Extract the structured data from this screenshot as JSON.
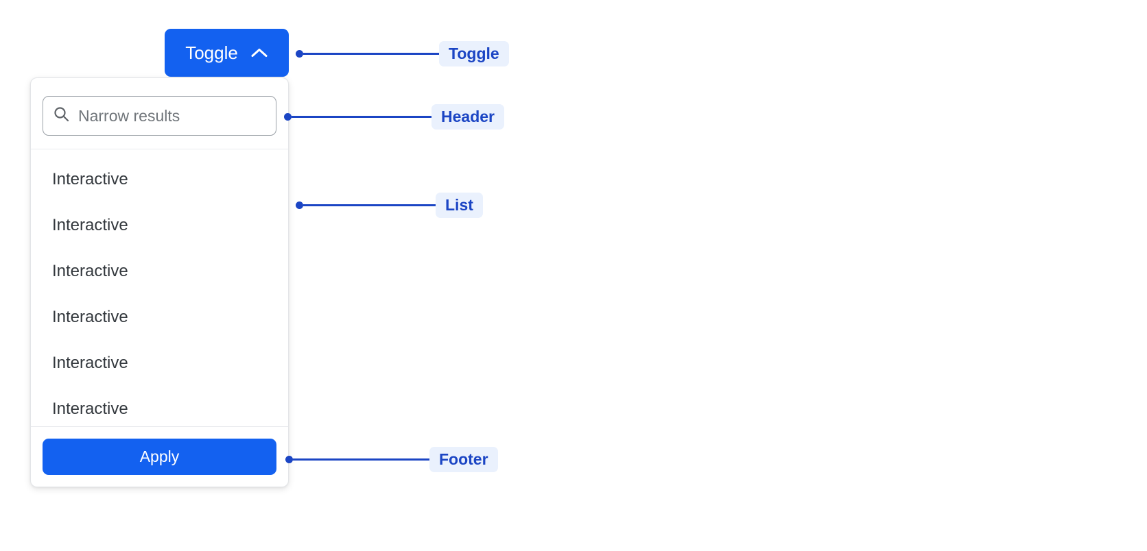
{
  "toggle": {
    "label": "Toggle",
    "icon": "chevron-up-icon",
    "expanded": true,
    "background_color": "#1361f0",
    "text_color": "#ffffff"
  },
  "panel": {
    "header": {
      "search": {
        "icon": "search-icon",
        "placeholder": "Narrow results",
        "value": ""
      }
    },
    "list": {
      "items": [
        {
          "label": "Interactive"
        },
        {
          "label": "Interactive"
        },
        {
          "label": "Interactive"
        },
        {
          "label": "Interactive"
        },
        {
          "label": "Interactive"
        },
        {
          "label": "Interactive"
        }
      ]
    },
    "footer": {
      "apply_label": "Apply",
      "background_color": "#1361f0"
    }
  },
  "annotations": {
    "accent_color": "#1b45c4",
    "pill_background": "#eaf1fd",
    "items": [
      {
        "label": "Toggle"
      },
      {
        "label": "Header"
      },
      {
        "label": "List"
      },
      {
        "label": "Footer"
      }
    ]
  }
}
